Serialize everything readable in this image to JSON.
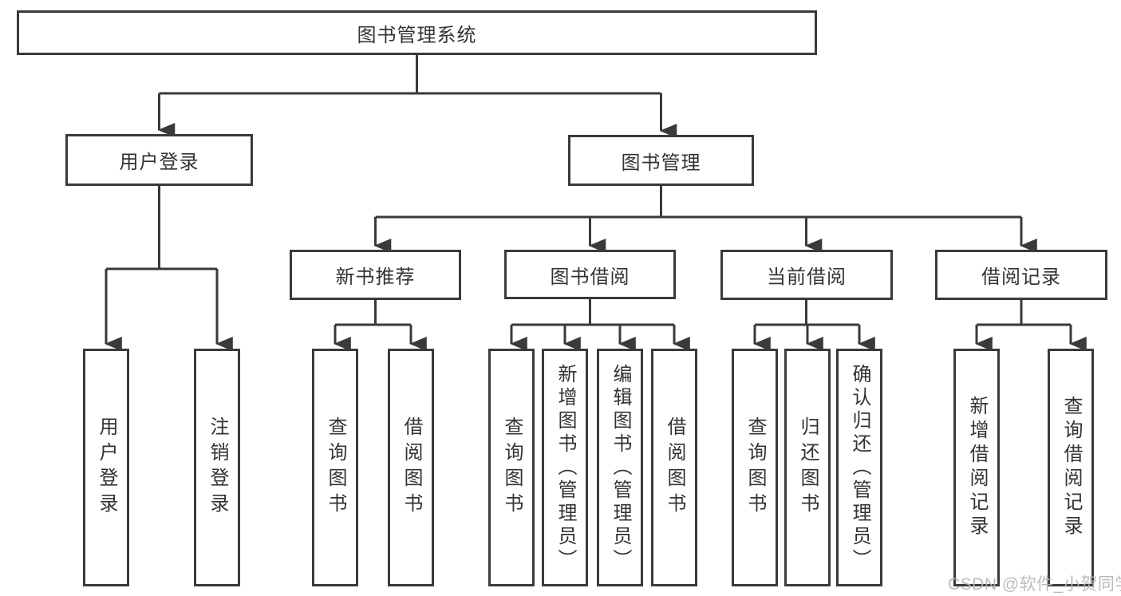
{
  "nodes": {
    "root": "图书管理系统",
    "user_login": "用户登录",
    "book_mgmt": "图书管理",
    "new_book_rec": "新书推荐",
    "book_borrow": "图书借阅",
    "current_borrow": "当前借阅",
    "borrow_records": "借阅记录",
    "leaf_user_login": "用户登录",
    "leaf_logout": "注销登录",
    "nb_query_books": "查询图书",
    "nb_borrow_books": "借阅图书",
    "bb_query_books": "查询图书",
    "bb_add_books": "新增图书（管理员）",
    "bb_edit_books": "编辑图书（管理员）",
    "bb_borrow_books": "借阅图书",
    "cb_query_books": "查询图书",
    "cb_return_books": "归还图书",
    "cb_confirm_return": "确认归还（管理员）",
    "br_add_record": "新增借阅记录",
    "br_query_record": "查询借阅记录"
  },
  "watermark": "CSDN @软件_小贺同学",
  "colors": {
    "line": "#3a3a3a",
    "text": "#333333",
    "watermark": "#b5b5b5",
    "background": "#ffffff"
  }
}
